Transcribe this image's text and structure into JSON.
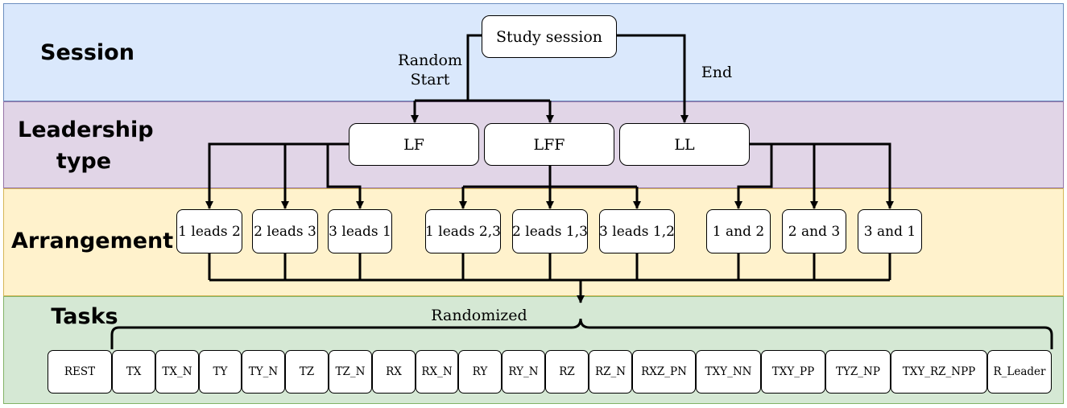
{
  "colors": {
    "session_band": "#dae8fc",
    "session_border": "#6c8ebf",
    "leadership_band": "#e1d5e7",
    "leadership_border": "#9673a6",
    "arrangement_band": "#fff2cc",
    "arrangement_border": "#d6b656",
    "tasks_band": "#d5e8d4",
    "tasks_border": "#82b366",
    "line": "#000000"
  },
  "bands": {
    "session": "Session",
    "leadership": "Leadership type",
    "arrangement": "Arrangement",
    "tasks": "Tasks"
  },
  "root": "Study session",
  "edge_labels": {
    "random_start": "Random Start",
    "end": "End",
    "randomized": "Randomized"
  },
  "leadership_types": [
    "LF",
    "LFF",
    "LL"
  ],
  "arrangements": [
    "1 leads 2",
    "2 leads 3",
    "3 leads 1",
    "1 leads 2,3",
    "2 leads 1,3",
    "3 leads 1,2",
    "1 and 2",
    "2 and 3",
    "3 and 1"
  ],
  "tasks": [
    "REST",
    "TX",
    "TX_N",
    "TY",
    "TY_N",
    "TZ",
    "TZ_N",
    "RX",
    "RX_N",
    "RY",
    "RY_N",
    "RZ",
    "RZ_N",
    "RXZ_PN",
    "TXY_NN",
    "TXY_PP",
    "TYZ_NP",
    "TXY_RZ_NPP",
    "R_Leader"
  ]
}
